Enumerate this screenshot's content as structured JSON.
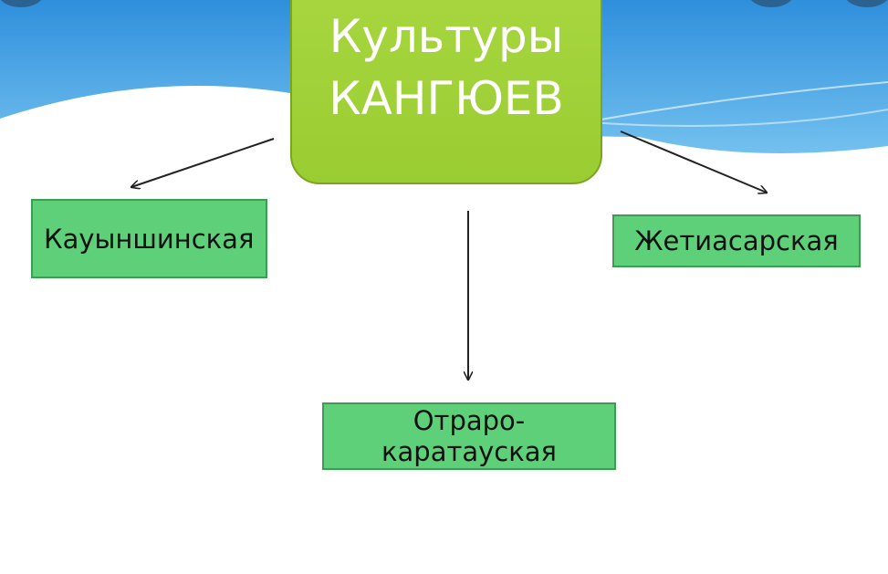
{
  "background": {
    "sky_color": "#4aa8e8",
    "cloud_color": "#ffffff"
  },
  "root": {
    "line1": "Культуры",
    "line2": "КАНГЮЕВ",
    "fill": "#9acd32"
  },
  "nodes": {
    "left": {
      "label": "Кауыншинская"
    },
    "right": {
      "label": "Жетиасарская"
    },
    "bottom": {
      "line1": "Отраро-",
      "line2": "каратауская"
    },
    "fill": "#5fd07a"
  }
}
